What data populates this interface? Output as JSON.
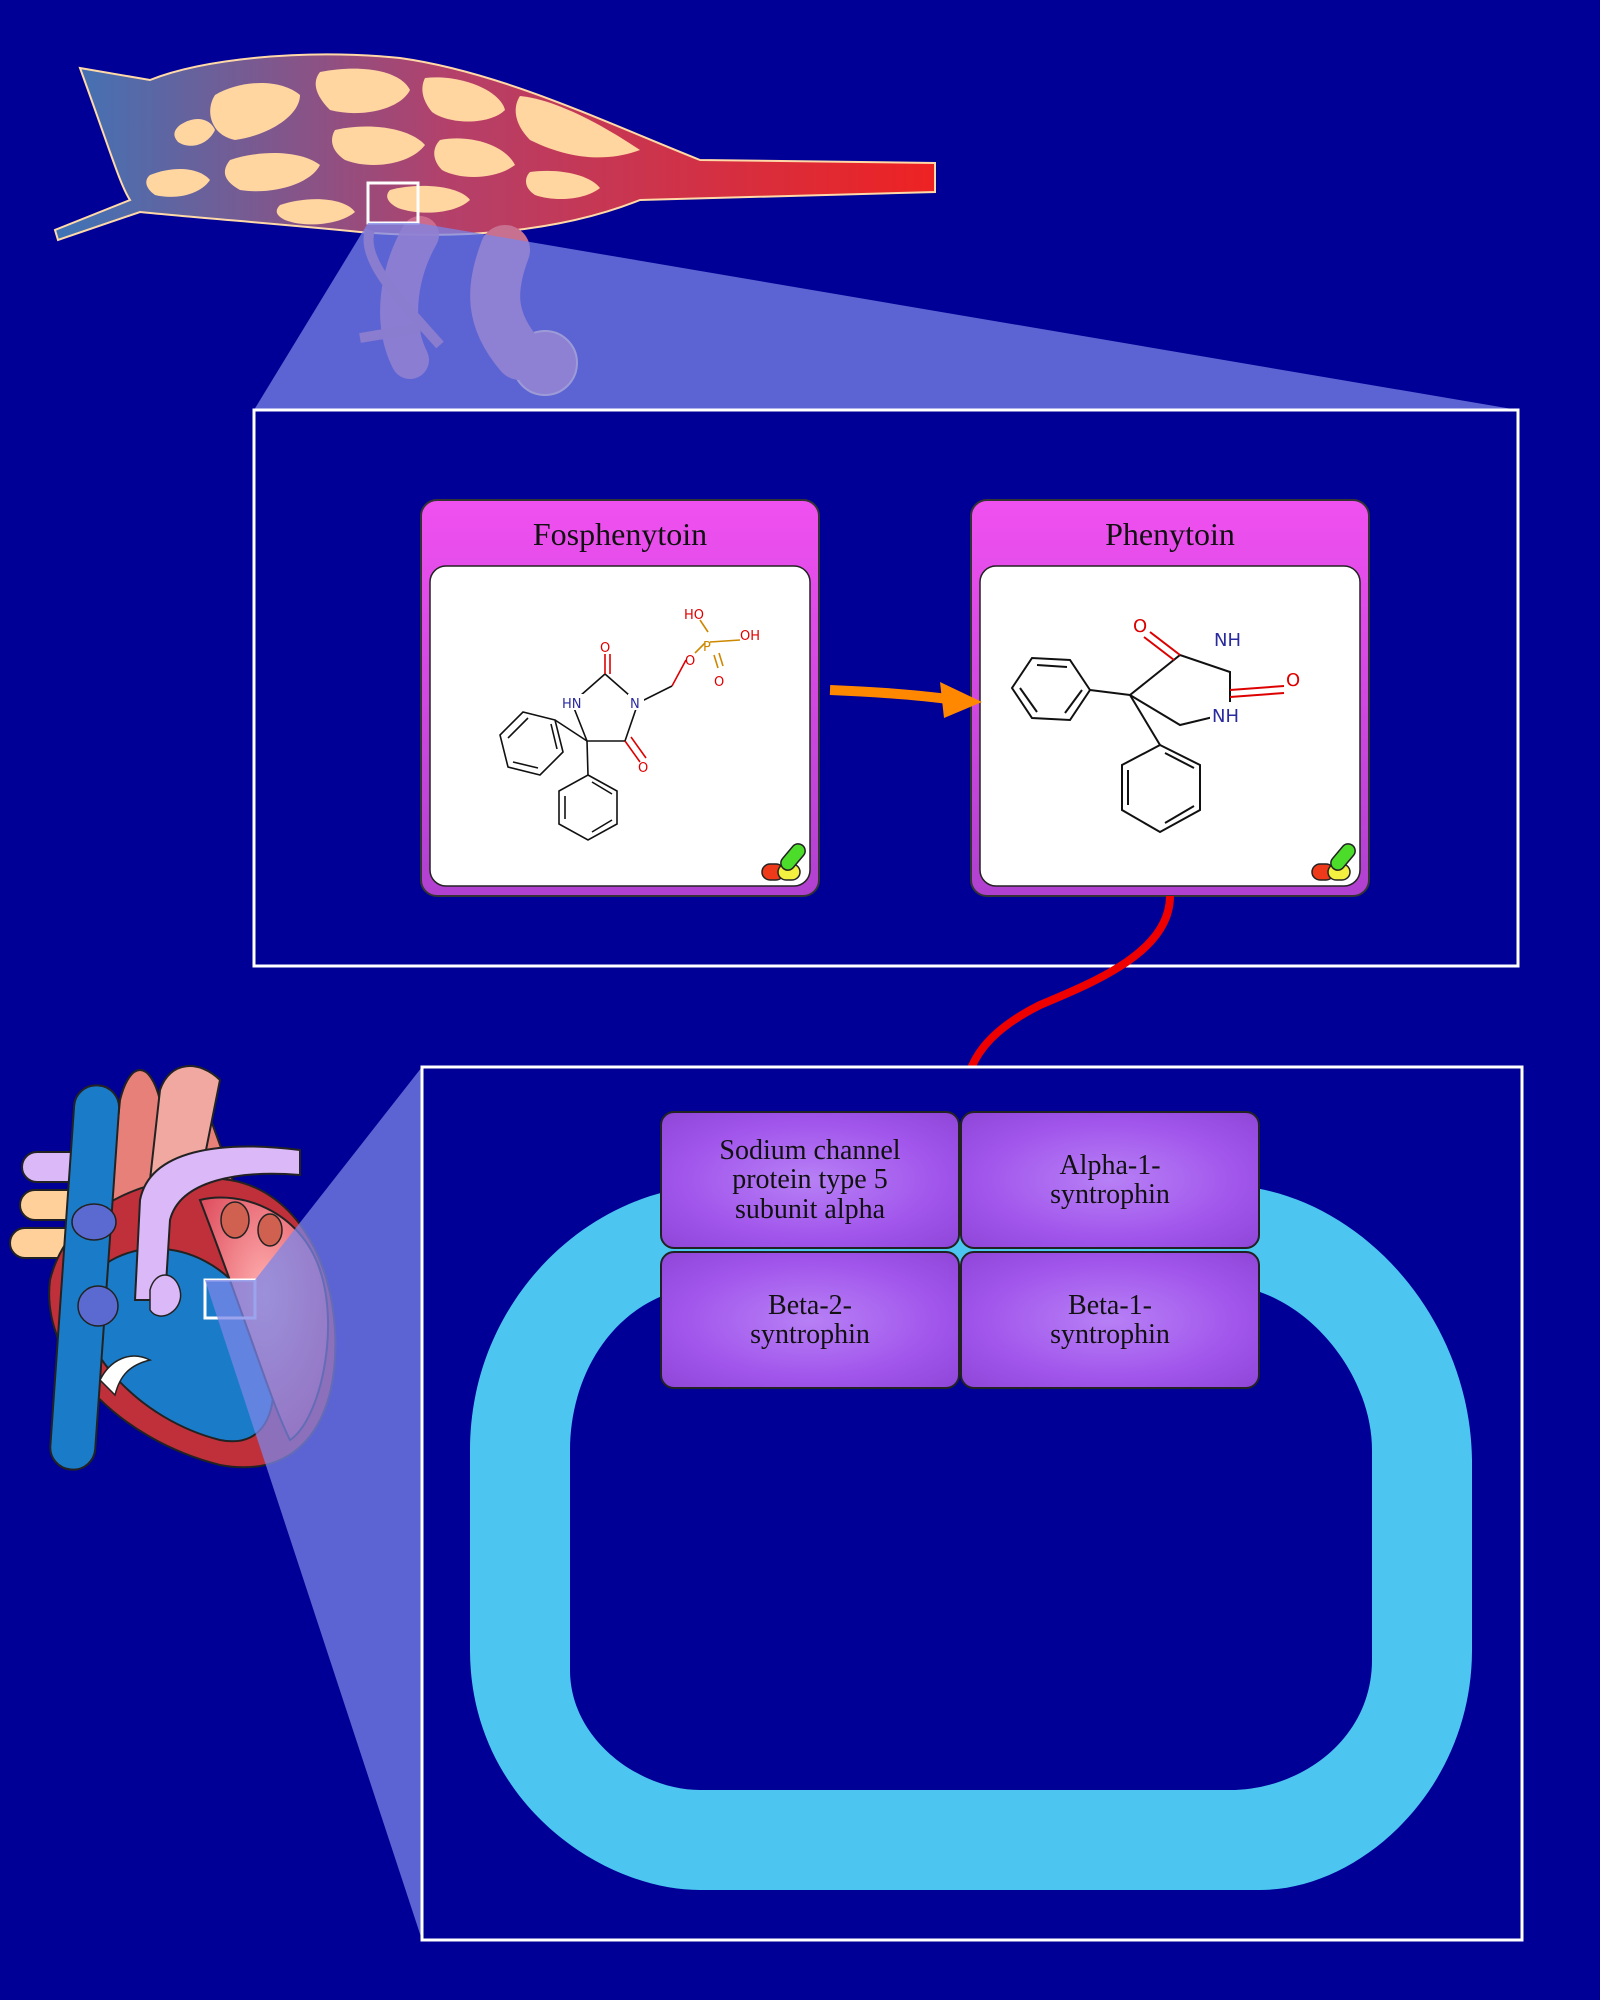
{
  "drugs": {
    "prodrug": {
      "name": "Fosphenytoin"
    },
    "active": {
      "name": "Phenytoin"
    }
  },
  "conversion_arrow": {
    "color": "#ff8800"
  },
  "inhibition_edge": {
    "color": "#ee0000"
  },
  "complex": {
    "proteins": [
      {
        "name": "Sodium channel\nprotein type 5\nsubunit alpha"
      },
      {
        "name": "Alpha-1-\nsyntrophin"
      },
      {
        "name": "Beta-2-\nsyntrophin"
      },
      {
        "name": "Beta-1-\nsyntrophin"
      }
    ],
    "membrane_color": "#4cc6f0"
  },
  "atoms": {
    "fos": {
      "o_top": "O",
      "o_bottom": "O",
      "hn": "HN",
      "n": "N",
      "o_link": "O",
      "p": "P",
      "ho": "HO",
      "oh": "OH",
      "o_p": "O"
    },
    "phe": {
      "o_top": "O",
      "o_right": "O",
      "nh_top": "NH",
      "nh_bottom": "NH"
    }
  },
  "colors": {
    "background": "#000096",
    "drug_card": "#e44ee8",
    "protein": "#a256ec"
  }
}
